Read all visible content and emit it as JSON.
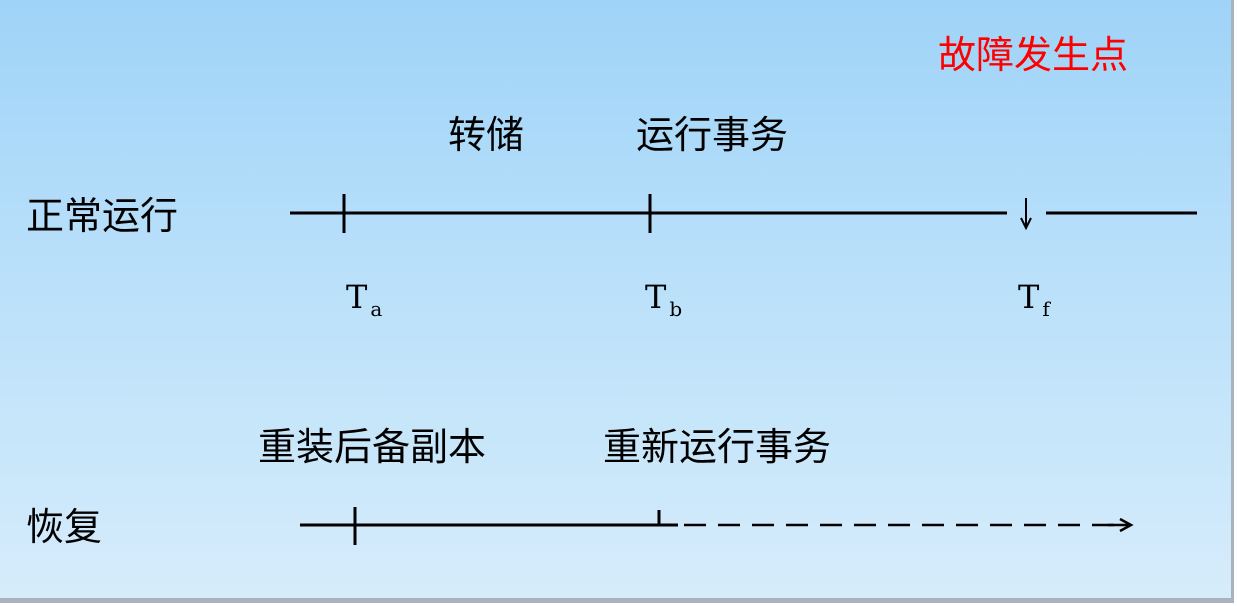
{
  "fault_point_label": "故障发生点",
  "fault_color": "#ff0000",
  "normal_run": {
    "label": "正常运行",
    "above_labels": {
      "dump": "转储",
      "run_txn": "运行事务"
    },
    "time_points": [
      {
        "base": "T",
        "sub": "a"
      },
      {
        "base": "T",
        "sub": "b"
      },
      {
        "base": "T",
        "sub": "f"
      }
    ]
  },
  "recovery": {
    "label": "恢复",
    "above_labels": {
      "reload_backup": "重装后备副本",
      "rerun_txn": "重新运行事务"
    }
  },
  "background_gradient": [
    "#9fd3f8",
    "#d6ecfb"
  ]
}
